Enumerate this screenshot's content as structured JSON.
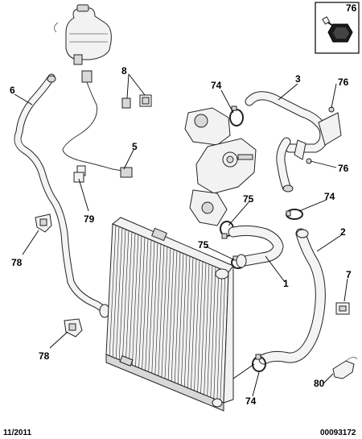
{
  "diagram": {
    "footer_left": "11/2011",
    "footer_right": "00093172",
    "inset_label": "76",
    "callouts": [
      {
        "id": "c-6",
        "text": "6"
      },
      {
        "id": "c-8",
        "text": "8"
      },
      {
        "id": "c-5",
        "text": "5"
      },
      {
        "id": "c-79",
        "text": "79"
      },
      {
        "id": "c-78a",
        "text": "78"
      },
      {
        "id": "c-78b",
        "text": "78"
      },
      {
        "id": "c-74a",
        "text": "74"
      },
      {
        "id": "c-3",
        "text": "3"
      },
      {
        "id": "c-76a",
        "text": "76"
      },
      {
        "id": "c-76b",
        "text": "76"
      },
      {
        "id": "c-74b",
        "text": "74"
      },
      {
        "id": "c-75a",
        "text": "75"
      },
      {
        "id": "c-75b",
        "text": "75"
      },
      {
        "id": "c-2",
        "text": "2"
      },
      {
        "id": "c-1",
        "text": "1"
      },
      {
        "id": "c-7",
        "text": "7"
      },
      {
        "id": "c-74c",
        "text": "74"
      },
      {
        "id": "c-80",
        "text": "80"
      }
    ]
  }
}
